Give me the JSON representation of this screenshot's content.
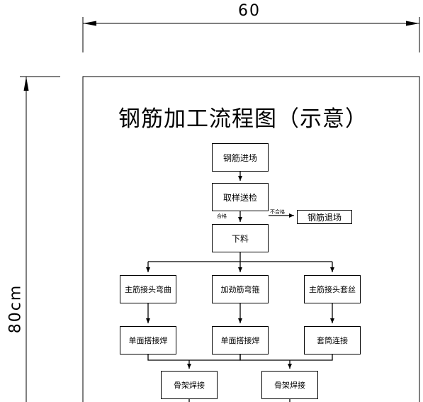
{
  "dimensions": {
    "width_label": "60",
    "height_label": "80cm"
  },
  "title": "钢筋加工流程图（示意）",
  "nodes": {
    "steel_arrival": "钢筋进场",
    "sampling_test": "取样送检",
    "steel_return": "钢筋退场",
    "cutting": "下料",
    "main_bar_bending": "主筋接头弯曲",
    "stirrup_bending": "加劲筋弯箍",
    "main_bar_threading": "主筋接头套丝",
    "single_lap_weld_1": "单面搭接焊",
    "single_lap_weld_2": "单面搭接焊",
    "sleeve_connection": "套筒连接",
    "frame_weld_1": "骨架焊接",
    "frame_weld_2": "骨架焊接"
  },
  "edge_labels": {
    "pass": "合格",
    "fail": "不合格"
  }
}
